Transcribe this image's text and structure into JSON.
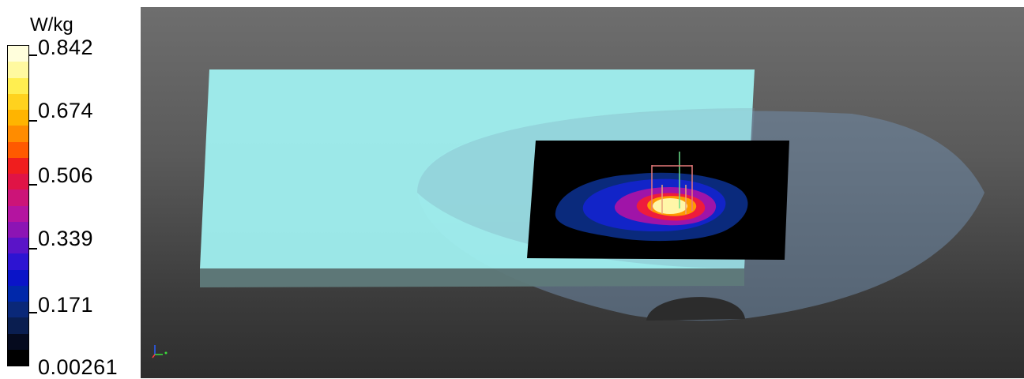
{
  "legend": {
    "unit": "W/kg",
    "ticks": [
      {
        "label": "0.842"
      },
      {
        "label": "0.674"
      },
      {
        "label": "0.506"
      },
      {
        "label": "0.339"
      },
      {
        "label": "0.171"
      },
      {
        "label": "0.00261"
      }
    ],
    "colors": [
      "#fffedc",
      "#fff9a0",
      "#ffee50",
      "#ffd21e",
      "#ffb400",
      "#ff8c00",
      "#ff5a00",
      "#f01e1e",
      "#e01446",
      "#cc1478",
      "#b414a0",
      "#8c14b4",
      "#5a14c8",
      "#2d14d2",
      "#0a14c8",
      "#0028aa",
      "#0a2878",
      "#0a1e50",
      "#050a1e",
      "#000000"
    ]
  },
  "viewport": {
    "background": "#5a5a5a",
    "plate_color": "#a0f0f0",
    "phantom_color": "#6f8aa8",
    "sar_panel_background": "#000000",
    "axes_icon": "xyz-axes-icon"
  }
}
